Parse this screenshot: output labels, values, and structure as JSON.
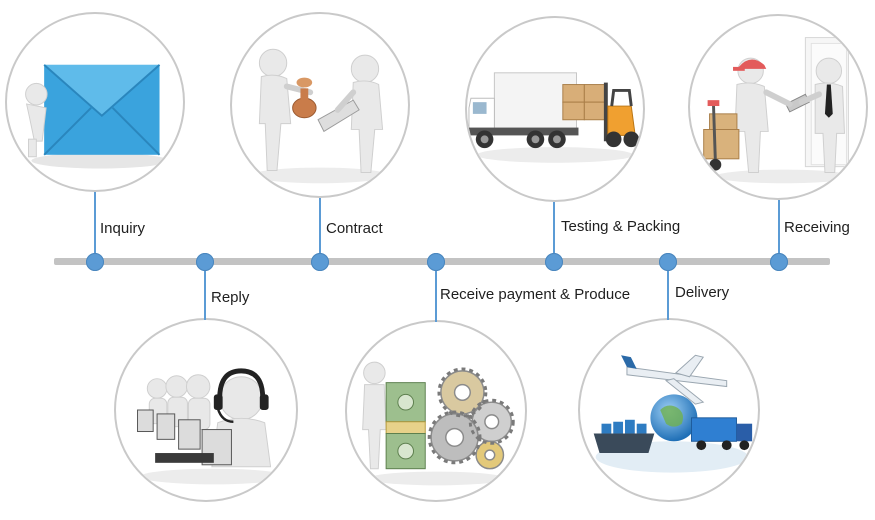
{
  "steps": [
    {
      "label": "Inquiry",
      "icon": "envelope-icon"
    },
    {
      "label": "Reply",
      "icon": "headset-agents-icon"
    },
    {
      "label": "Contract",
      "icon": "handshake-stamp-icon"
    },
    {
      "label": "Receive payment & Produce",
      "icon": "money-gears-icon"
    },
    {
      "label": "Testing & Packing",
      "icon": "truck-forklift-icon"
    },
    {
      "label": "Delivery",
      "icon": "plane-globe-ship-icon"
    },
    {
      "label": "Receiving",
      "icon": "courier-delivery-icon"
    }
  ],
  "colors": {
    "accent": "#5b9bd5",
    "timeline": "#c3c3c3",
    "circle_border": "#c9c9c9",
    "envelope": "#3aa3dd"
  }
}
